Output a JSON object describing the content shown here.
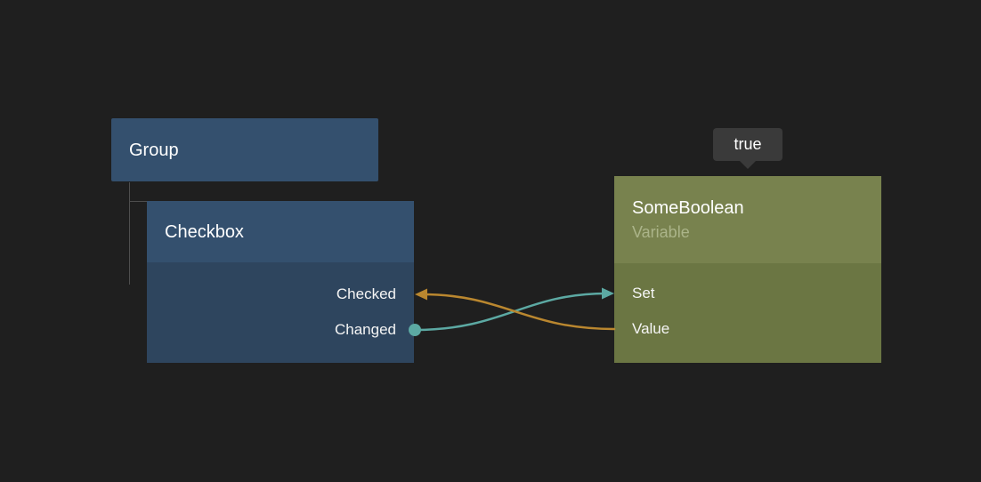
{
  "canvas": {
    "background": "#1f1f1f"
  },
  "tooltip": {
    "text": "true",
    "background": "#3a3a3a"
  },
  "nodes": {
    "group": {
      "title": "Group",
      "header_color": "#34506e"
    },
    "checkbox": {
      "title": "Checkbox",
      "header_color": "#34506e",
      "body_color": "#2e455e",
      "outputs": [
        {
          "label": "Checked"
        },
        {
          "label": "Changed"
        }
      ]
    },
    "variable": {
      "title": "SomeBoolean",
      "subtitle": "Variable",
      "header_color": "#78824e",
      "body_color": "#6b7643",
      "subtitle_color": "#abb489",
      "inputs": [
        {
          "label": "Set"
        },
        {
          "label": "Value"
        }
      ]
    }
  },
  "connections": [
    {
      "from": "Checkbox.Changed",
      "to": "SomeBoolean.Set",
      "color": "#5ca9a3"
    },
    {
      "from": "SomeBoolean.Value",
      "to": "Checkbox.Checked",
      "color": "#ba872f"
    }
  ]
}
